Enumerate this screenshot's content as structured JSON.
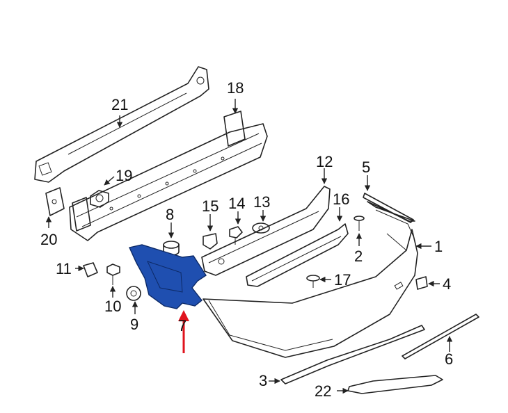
{
  "diagram": {
    "highlight_color": "#1f4fb0",
    "pointer_color": "#e0141e",
    "line_color": "#222222",
    "callouts": [
      {
        "id": "c1",
        "label": "1"
      },
      {
        "id": "c2",
        "label": "2"
      },
      {
        "id": "c3",
        "label": "3"
      },
      {
        "id": "c4",
        "label": "4"
      },
      {
        "id": "c5",
        "label": "5"
      },
      {
        "id": "c6",
        "label": "6"
      },
      {
        "id": "c7",
        "label": "7"
      },
      {
        "id": "c8",
        "label": "8"
      },
      {
        "id": "c9",
        "label": "9"
      },
      {
        "id": "c10",
        "label": "10"
      },
      {
        "id": "c11",
        "label": "11"
      },
      {
        "id": "c12",
        "label": "12"
      },
      {
        "id": "c13",
        "label": "13"
      },
      {
        "id": "c14",
        "label": "14"
      },
      {
        "id": "c15",
        "label": "15"
      },
      {
        "id": "c16",
        "label": "16"
      },
      {
        "id": "c17",
        "label": "17"
      },
      {
        "id": "c18",
        "label": "18"
      },
      {
        "id": "c19",
        "label": "19"
      },
      {
        "id": "c20",
        "label": "20"
      },
      {
        "id": "c21",
        "label": "21"
      },
      {
        "id": "c22",
        "label": "22"
      }
    ]
  }
}
